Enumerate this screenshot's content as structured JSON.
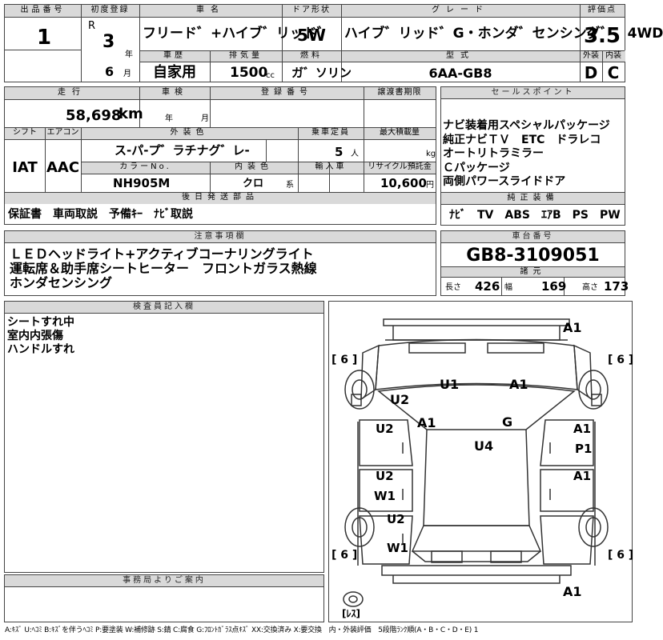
{
  "top": {
    "lot_no_label": "出品番号",
    "lot_no": "1",
    "first_reg_label": "初度登録",
    "era": "R",
    "year_num": "3",
    "year_unit": "年",
    "month_num": "6",
    "month_unit": "月",
    "car_name_label": "車名",
    "car_name": "フリード゛+ハイブ゛リッド゛",
    "door_label": "ドア形状",
    "door": "5W",
    "grade_label": "グレード",
    "grade": "ハイブ゛リッド゛G・ホンダ゛センシング゛　4WD",
    "score_label": "評価点",
    "score": "3.5",
    "history_label": "車歴",
    "history": "自家用",
    "displacement_label": "排気量",
    "displacement": "1500",
    "cc": "cc",
    "fuel_label": "燃料",
    "fuel": "ガ゛ソリン",
    "model_label": "型式",
    "model": "6AA-GB8",
    "ext_label": "外装",
    "int_label": "内装",
    "ext_score": "D",
    "int_score": "C"
  },
  "row2": {
    "mileage_label": "走行",
    "mileage": "58,698",
    "km": "km",
    "inspection_label": "車検",
    "insp_year": "年",
    "insp_month": "月",
    "reg_no_label": "登録番号",
    "transfer_label": "譲渡書期限",
    "shift_label": "シフト",
    "shift": "IAT",
    "ac_label": "エアコン",
    "ac": "AAC",
    "color_label": "外装色",
    "color": "ス-パ-プ゛ラチナグ゛レ-",
    "capacity_label": "乗車定員",
    "capacity": "5",
    "capacity_unit": "人",
    "load_label": "最大積載量",
    "load_unit": "kg",
    "color_no_label": "カラーNo.",
    "color_no": "NH905M",
    "int_color_label": "内装色",
    "int_color": "クロ",
    "int_color_suffix": "系",
    "import_label": "輸入車",
    "recycle_label": "リサイクル預託金",
    "recycle": "10,600",
    "recycle_unit": "円"
  },
  "later_parts": {
    "label": "後日発送部品",
    "text": "保証書　車両取説　予備ｷｰ　ﾅﾋﾞ取説"
  },
  "sales_points": {
    "label": "セールスポイント",
    "lines": [
      "ナビ装着用スペシャルパッケージ",
      "純正ナビＴＶ　ETC　ドラレコ",
      "オートリトラミラー",
      "Ｃパッケージ",
      "両側パワースライドドア"
    ]
  },
  "oem": {
    "label": "純正装備",
    "text": "ﾅﾋﾞ　TV　ABS　ｴｱB　PS　PW"
  },
  "notes": {
    "label": "注意事項欄",
    "lines": [
      "ＬＥＤヘッドライト+アクティブコーナリングライト",
      "運転席＆助手席シートヒーター　フロントガラス熱線",
      "ホンダセンシング"
    ]
  },
  "chassis": {
    "label": "車台番号",
    "value": "GB8-3109051",
    "spec_label": "諸元",
    "length_label": "長さ",
    "length": "426",
    "width_label": "幅",
    "width": "169",
    "height_label": "高さ",
    "height": "173"
  },
  "inspector": {
    "label": "検査員記入欄",
    "lines": [
      "シートすれ中",
      "室内内張傷",
      "ハンドルすれ"
    ]
  },
  "office": {
    "label": "事務局よりご案内"
  },
  "diagram": {
    "tires": [
      "[ 6 ]",
      "[ 6 ]",
      "[ 6 ]",
      "[ 6 ]"
    ],
    "spare": "[ﾚｽ]",
    "marks": {
      "front_bumper": "A1",
      "hood_left": "U1",
      "hood_right": "A1",
      "fender_left": "U2",
      "pillar_left": "A1",
      "windshield": "G",
      "roof": "U4",
      "front_door_left": "U2",
      "front_door_right_1": "A1",
      "front_door_right_2": "P1",
      "rear_door_left_1": "U2",
      "rear_door_left_2": "W1",
      "rear_door_right": "A1",
      "rear_fender_left": "U2",
      "rear_left_lower": "W1",
      "rear_bumper": "A1"
    }
  },
  "legend": "A:ｷｽﾞ U:ﾍｺﾐ B:ｷｽﾞを伴うﾍｺﾐ P:要塗装 W:補修跡 S:錆 C:腐食 G:ﾌﾛﾝﾄｶﾞﾗｽ点ｷｽﾞ XX:交換済み X:要交換　内・外装評価　5段階ﾗﾝｸ順(A・B・C・D・E) 1"
}
